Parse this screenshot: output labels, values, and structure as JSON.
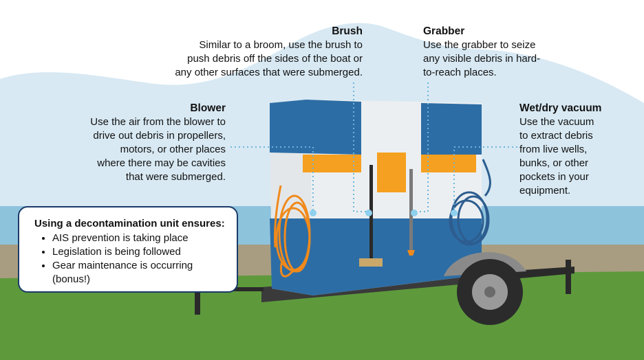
{
  "colors": {
    "sky": "#ffffff",
    "hill": "#d8e9f3",
    "water": "#8ec3dc",
    "sand": "#a89d80",
    "grass": "#5e9a3c",
    "trailer_blue": "#2d6da5",
    "trailer_light": "#eceff1",
    "accent_orange": "#f5a020",
    "hose_orange": "#f08a1c",
    "hose_blue": "#2d5d8f",
    "frame_dark": "#2a2a2a"
  },
  "callouts": {
    "brush": {
      "title": "Brush",
      "text": "Similar to a broom, use the brush to push debris off the sides of the boat or any other surfaces that were submerged.",
      "lines": [
        "Similar to a broom, use the brush to",
        "push debris off the sides of the boat or",
        "any other surfaces that were submerged."
      ]
    },
    "grabber": {
      "title": "Grabber",
      "lines": [
        "Use the grabber to seize",
        "any visible debris in hard-",
        "to-reach places."
      ]
    },
    "blower": {
      "title": "Blower",
      "lines": [
        "Use the air from the blower to",
        "drive out debris in propellers,",
        "motors, or other places",
        "where there may be cavities",
        "that were submerged."
      ]
    },
    "vacuum": {
      "title": "Wet/dry vacuum",
      "lines": [
        "Use the vacuum",
        "to extract debris",
        "from live wells,",
        "bunks, or other",
        "pockets in your",
        "equipment."
      ]
    }
  },
  "info_box": {
    "title": "Using a decontamination unit ensures:",
    "items": [
      "AIS prevention is taking place",
      "Legislation is being followed",
      "Gear maintenance is occurring (bonus!)"
    ]
  },
  "icons": [
    "trailer-icon",
    "hose-icon",
    "brush-icon",
    "grabber-icon",
    "vacuum-hose-icon",
    "wheel-icon"
  ]
}
